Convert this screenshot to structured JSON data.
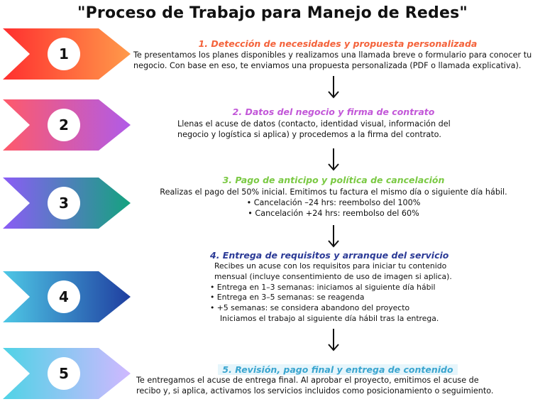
{
  "title": "\"Proceso de Trabajo para Manejo de Redes\"",
  "colors": {
    "step1_title": "#f4623a",
    "step2_title": "#c257d8",
    "step3_title": "#7ac943",
    "step4_title": "#2b3a96",
    "step5_title": "#3aa5cf",
    "badge1": [
      "#ff2f2f",
      "#ff9a4a"
    ],
    "badge2": [
      "#ff5a6a",
      "#b05be8"
    ],
    "badge3": [
      "#8b5cf6",
      "#14a37f"
    ],
    "badge4": [
      "#4ec8e6",
      "#1f3ea0"
    ],
    "badge5": [
      "#4fd3e6",
      "#d0b8ff"
    ]
  },
  "steps": [
    {
      "number": "1",
      "title": "1. Detección de necesidades y propuesta personalizada",
      "lines": [
        "Te presentamos los planes disponibles y realizamos una llamada breve o formulario para conocer tu",
        "negocio. Con base en eso, te enviamos una propuesta personalizada (PDF o llamada explicativa)."
      ]
    },
    {
      "number": "2",
      "title": "2.  Datos del negocio y firma de contrato",
      "lines": [
        "Llenas el acuse de datos (contacto, identidad visual, información del",
        "negocio y logística si aplica) y procedemos a la firma del contrato."
      ]
    },
    {
      "number": "3",
      "title": "3. Pago de anticipo y política de cancelación",
      "lines": [
        "Realizas el pago del 50% inicial. Emitimos tu factura el mismo día o siguiente día hábil.",
        "• Cancelación –24 hrs: reembolso del 100%",
        "• Cancelación +24 hrs: reembolso del 60%"
      ]
    },
    {
      "number": "4",
      "title": "4. Entrega de requisitos y arranque del servicio",
      "lines": [
        "Recibes un acuse con los requisitos para iniciar tu contenido",
        "mensual (incluye consentimiento de uso de imagen si aplica).",
        "• Entrega en 1–3 semanas: iniciamos al siguiente día hábil",
        "• Entrega en 3–5 semanas: se reagenda",
        "• +5 semanas: se considera abandono del proyecto",
        "Iniciamos el trabajo al siguiente día hábil tras la entrega."
      ]
    },
    {
      "number": "5",
      "title": "5. Revisión, pago final y entrega de contenido",
      "lines": [
        "Te entregamos el acuse de entrega final. Al aprobar el proyecto, emitimos el acuse de",
        "recibo y, si aplica, activamos los servicios incluidos como posicionamiento o seguimiento."
      ]
    }
  ]
}
